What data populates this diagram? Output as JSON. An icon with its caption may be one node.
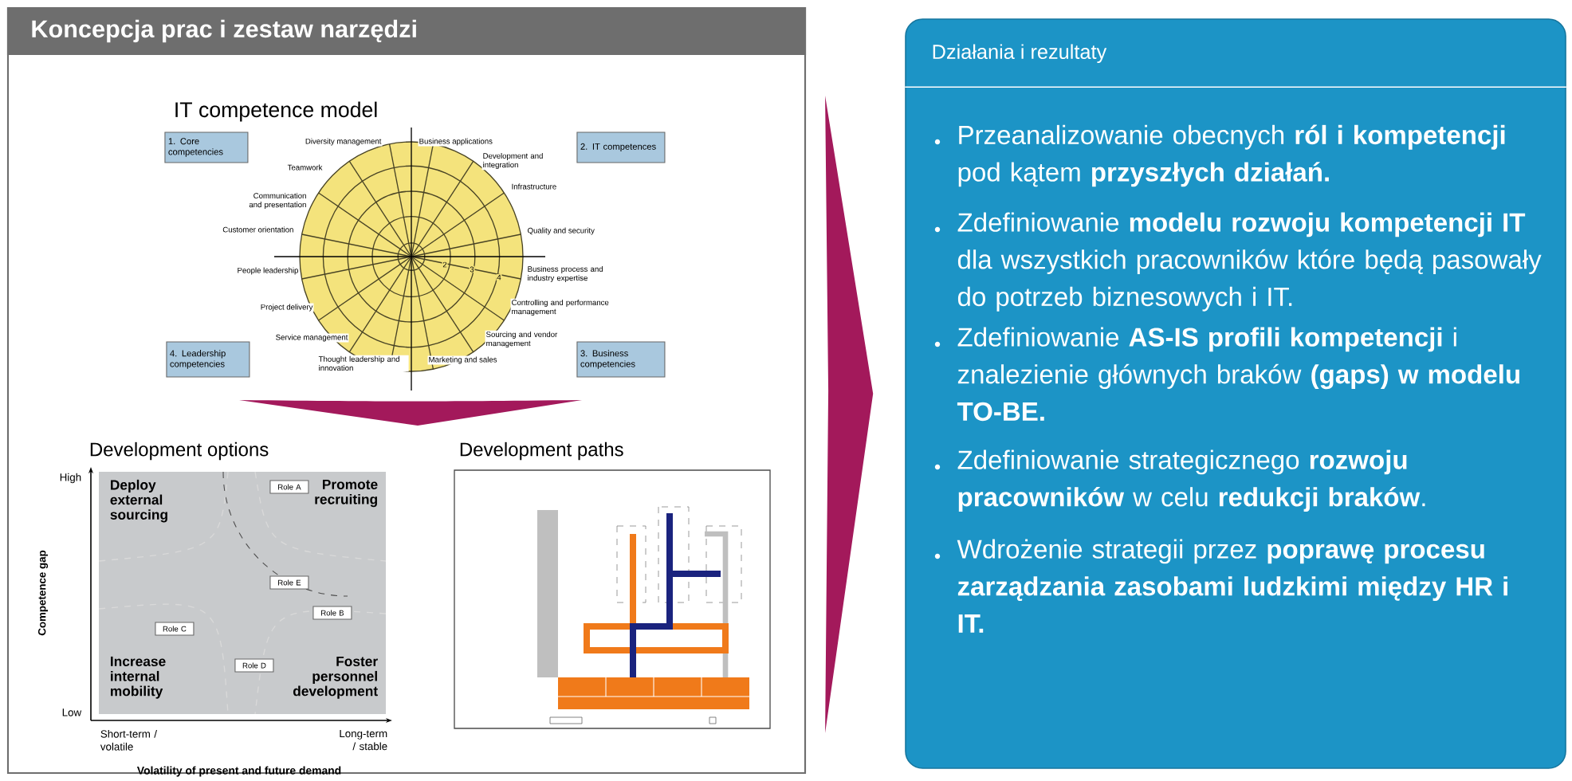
{
  "diagram": {
    "nodes": [
      {
        "text": [
          "Koncepcja prac i zestaw narzędzi"
        ]
      },
      {
        "text": [
          "Działania i rezultaty",
          "Przeanalizowanie obecnych **ról i kompetencji** pod kątem **przyszłych działań.**",
          "Zdefiniowanie **modelu rozwoju kompetencji IT** dla wszystkich pracowników które będą pasowały do potrzeb biznesowych i IT.",
          "Zdefiniowanie **AS-IS profili kompetencji** i znalezienie głównych braków **(gaps) w modelu TO-BE.**",
          "Zdefiniowanie strategicznego **rozwoju pracowników** w celu **redukcji braków**.",
          "Wdrożenie strategii przez **poprawę procesu zarządzania zasobami ludzkimi między HR i IT.**"
        ]
      },
      {
        "text": [
          "1. Core competencies"
        ],
        "in": 0
      },
      {
        "text": [
          "2. IT competences"
        ],
        "in": 0
      },
      {
        "text": [
          "4. Leadership competencies"
        ],
        "in": 0
      },
      {
        "text": [
          "3. Business competencies"
        ],
        "in": 0
      },
      {
        "text": [
          "Role A"
        ],
        "in": 0
      },
      {
        "text": [
          "Role E"
        ],
        "in": 0
      },
      {
        "text": [
          "Role C"
        ],
        "in": 0
      },
      {
        "text": [
          "Role B"
        ],
        "in": 0
      },
      {
        "text": [
          "Role D"
        ],
        "in": 0
      }
    ],
    "edges": [
      {
        "from": 0,
        "to": 1,
        "arrow": "to"
      }
    ],
    "labels": [
      "IT competence model",
      "Diversity management",
      "Teamwork",
      "Communication and presentation",
      "Customer orientation",
      "People leadership",
      "Project delivery",
      "Service management",
      "Thought leadership and innovation",
      "Marketing and sales",
      "Sourcing and vendor management",
      "Controlling and performance management",
      "Business process and industry expertise",
      "Quality and security",
      "Infrastructure",
      "Development and integration",
      "Business applications",
      "2",
      "3",
      "4",
      "Development options",
      "High",
      "Low",
      "Competence gap",
      "Deploy external sourcing",
      "Promote recruiting",
      "Increase internal mobility",
      "Foster personnel development",
      "Short-term / volatile",
      "Long-term / stable",
      "Volatility of present and future demand",
      "Development paths"
    ]
  }
}
